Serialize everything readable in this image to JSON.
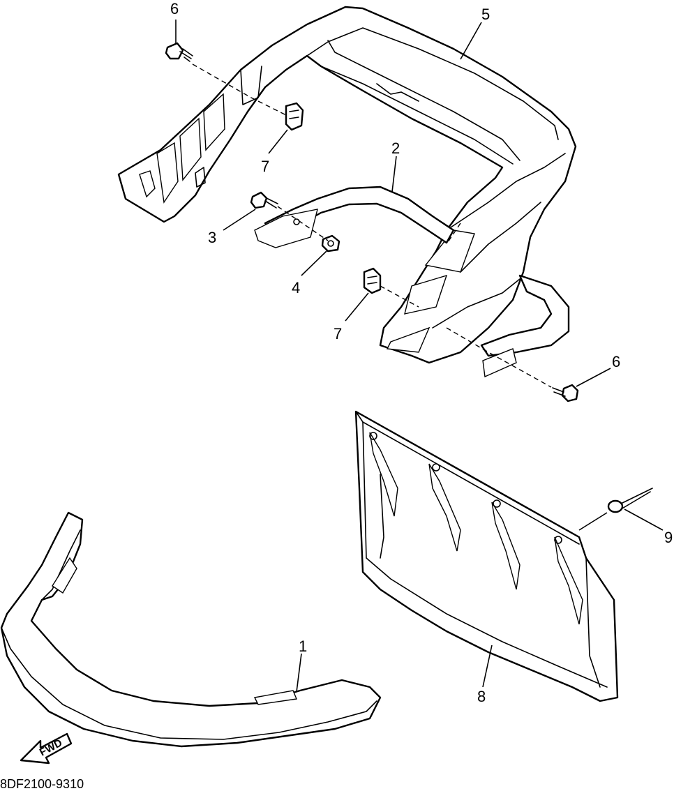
{
  "callouts": {
    "c1": "1",
    "c2": "2",
    "c3": "3",
    "c4": "4",
    "c5": "5",
    "c6a": "6",
    "c6b": "6",
    "c7a": "7",
    "c7b": "7",
    "c8": "8",
    "c9": "9"
  },
  "fwd_label": "FWD",
  "diagram_code": "8DF2100-9310"
}
